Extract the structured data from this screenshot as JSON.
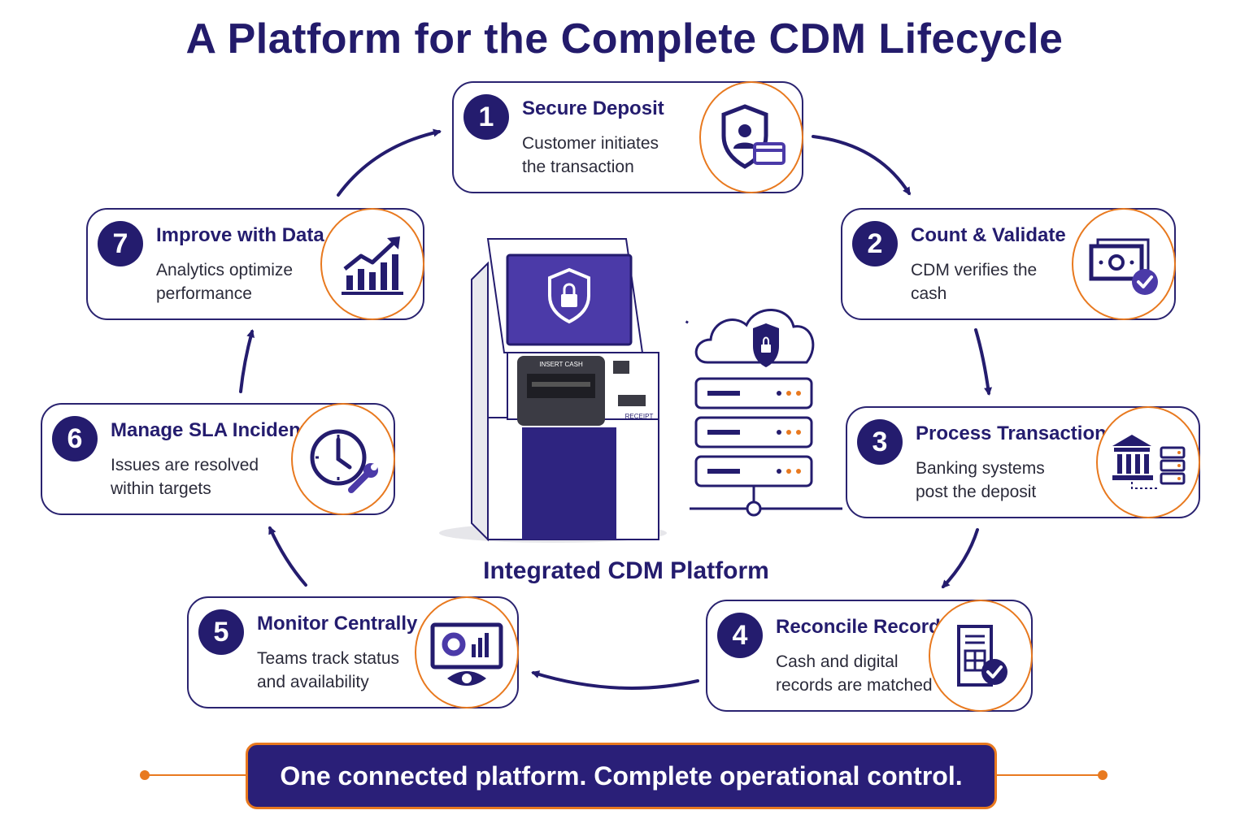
{
  "title": "A Platform for the Complete CDM Lifecycle",
  "steps": [
    {
      "number": "1",
      "title": "Secure Deposit",
      "description": "Customer initiates the transaction",
      "icon": "shield-user-card-icon"
    },
    {
      "number": "2",
      "title": "Count & Validate",
      "description": "CDM verifies the cash",
      "icon": "cash-check-icon"
    },
    {
      "number": "3",
      "title": "Process Transaction",
      "description": "Banking systems post the deposit",
      "icon": "bank-server-icon"
    },
    {
      "number": "4",
      "title": "Reconcile Records",
      "description": "Cash and digital records are matched",
      "icon": "document-check-icon"
    },
    {
      "number": "5",
      "title": "Monitor Centrally",
      "description": "Teams track status and availability",
      "icon": "monitor-eye-icon"
    },
    {
      "number": "6",
      "title": "Manage SLA Incidents",
      "description": "Issues are resolved within targets",
      "icon": "clock-wrench-icon"
    },
    {
      "number": "7",
      "title": "Improve with Data",
      "description": "Analytics optimize performance",
      "icon": "bar-chart-up-icon"
    }
  ],
  "center": {
    "label": "Integrated CDM Platform",
    "machine_slot_label": "INSERT CASH",
    "machine_receipt_label": "RECEIPT"
  },
  "tagline": "One connected platform. Complete operational control.",
  "colors": {
    "primary": "#241c6e",
    "accent": "#e8791f",
    "screen": "#4b3aa8",
    "banner": "#2a1f78"
  }
}
